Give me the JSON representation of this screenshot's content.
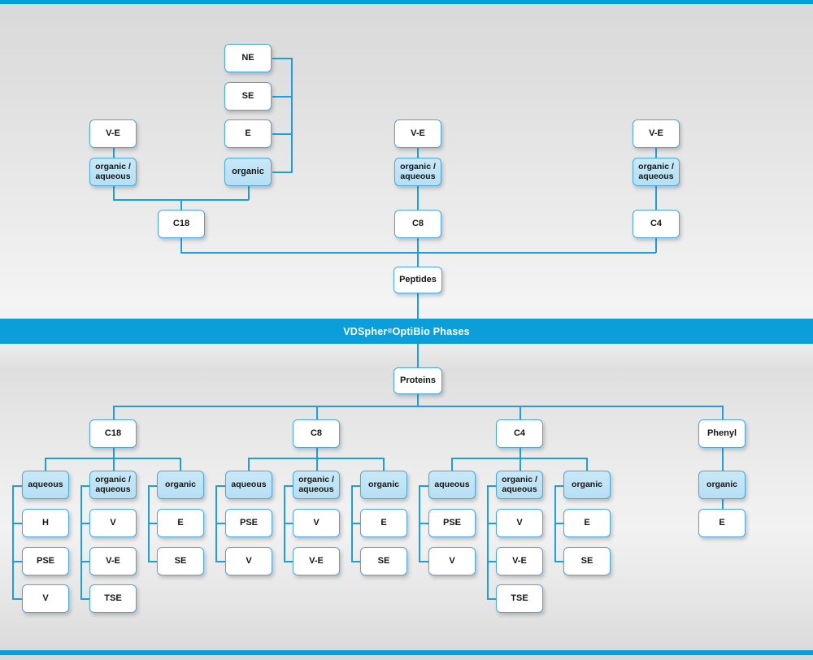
{
  "banner": {
    "brand": "VDSpher",
    "registered": "®",
    "title": " OptiBio Phases",
    "color": "#0b9ed9"
  },
  "colors": {
    "accent": "#00a0e0",
    "line": "#1b9fe0",
    "box_border": "#4aa8dd",
    "box_fill_highlight": "#bfe4f6",
    "box_fill_plain": "#ffffff",
    "background_top": "#d9d9d9"
  },
  "peptides": {
    "root_label": "Peptides",
    "columns": [
      {
        "phase": "C18",
        "groups": [
          {
            "label": "organic /\naqueous",
            "highlight": true,
            "parent": "V-E",
            "children": []
          },
          {
            "label": "organic",
            "highlight": true,
            "children": [
              "NE",
              "SE",
              "E"
            ]
          }
        ]
      },
      {
        "phase": "C8",
        "groups": [
          {
            "label": "organic /\naqueous",
            "highlight": true,
            "parent": "V-E",
            "children": []
          }
        ]
      },
      {
        "phase": "C4",
        "groups": [
          {
            "label": "organic /\naqueous",
            "highlight": true,
            "parent": "V-E",
            "children": []
          }
        ]
      }
    ]
  },
  "proteins": {
    "root_label": "Proteins",
    "columns": [
      {
        "phase": "C18",
        "groups": [
          {
            "label": "aqueous",
            "highlight": true,
            "children": [
              "H",
              "PSE",
              "V"
            ]
          },
          {
            "label": "organic /\naqueous",
            "highlight": true,
            "children": [
              "V",
              "V-E",
              "TSE"
            ]
          },
          {
            "label": "organic",
            "highlight": true,
            "children": [
              "E",
              "SE"
            ]
          }
        ]
      },
      {
        "phase": "C8",
        "groups": [
          {
            "label": "aqueous",
            "highlight": true,
            "children": [
              "PSE",
              "V"
            ]
          },
          {
            "label": "organic /\naqueous",
            "highlight": true,
            "children": [
              "V",
              "V-E"
            ]
          },
          {
            "label": "organic",
            "highlight": true,
            "children": [
              "E",
              "SE"
            ]
          }
        ]
      },
      {
        "phase": "C4",
        "groups": [
          {
            "label": "aqueous",
            "highlight": true,
            "children": [
              "PSE",
              "V"
            ]
          },
          {
            "label": "organic /\naqueous",
            "highlight": true,
            "children": [
              "V",
              "V-E",
              "TSE"
            ]
          },
          {
            "label": "organic",
            "highlight": true,
            "children": [
              "E",
              "SE"
            ]
          }
        ]
      },
      {
        "phase": "Phenyl",
        "groups": [
          {
            "label": "organic",
            "highlight": true,
            "children": [
              "E"
            ]
          }
        ]
      }
    ]
  },
  "nodes": {
    "t_ne": "NE",
    "t_se": "SE",
    "t_e": "E",
    "t_organic": "organic",
    "t_ve_left": "V-E",
    "t_oa_left": "organic /\naqueous",
    "t_c18": "C18",
    "t_ve_mid": "V-E",
    "t_oa_mid": "organic /\naqueous",
    "t_c8": "C8",
    "t_ve_right": "V-E",
    "t_oa_right": "organic /\naqueous",
    "t_c4": "C4",
    "peptides": "Peptides",
    "proteins": "Proteins",
    "p_c18": "C18",
    "p_c8": "C8",
    "p_c4": "C4",
    "p_phenyl": "Phenyl",
    "c18_aqueous": "aqueous",
    "c18_aq_1": "H",
    "c18_aq_2": "PSE",
    "c18_aq_3": "V",
    "c18_oa": "organic /\naqueous",
    "c18_oa_1": "V",
    "c18_oa_2": "V-E",
    "c18_oa_3": "TSE",
    "c18_org": "organic",
    "c18_org_1": "E",
    "c18_org_2": "SE",
    "c8_aqueous": "aqueous",
    "c8_aq_1": "PSE",
    "c8_aq_2": "V",
    "c8_oa": "organic /\naqueous",
    "c8_oa_1": "V",
    "c8_oa_2": "V-E",
    "c8_org": "organic",
    "c8_org_1": "E",
    "c8_org_2": "SE",
    "c4_aqueous": "aqueous",
    "c4_aq_1": "PSE",
    "c4_aq_2": "V",
    "c4_oa": "organic /\naqueous",
    "c4_oa_1": "V",
    "c4_oa_2": "V-E",
    "c4_oa_3": "TSE",
    "c4_org": "organic",
    "c4_org_1": "E",
    "c4_org_2": "SE",
    "ph_org": "organic",
    "ph_org_1": "E"
  }
}
